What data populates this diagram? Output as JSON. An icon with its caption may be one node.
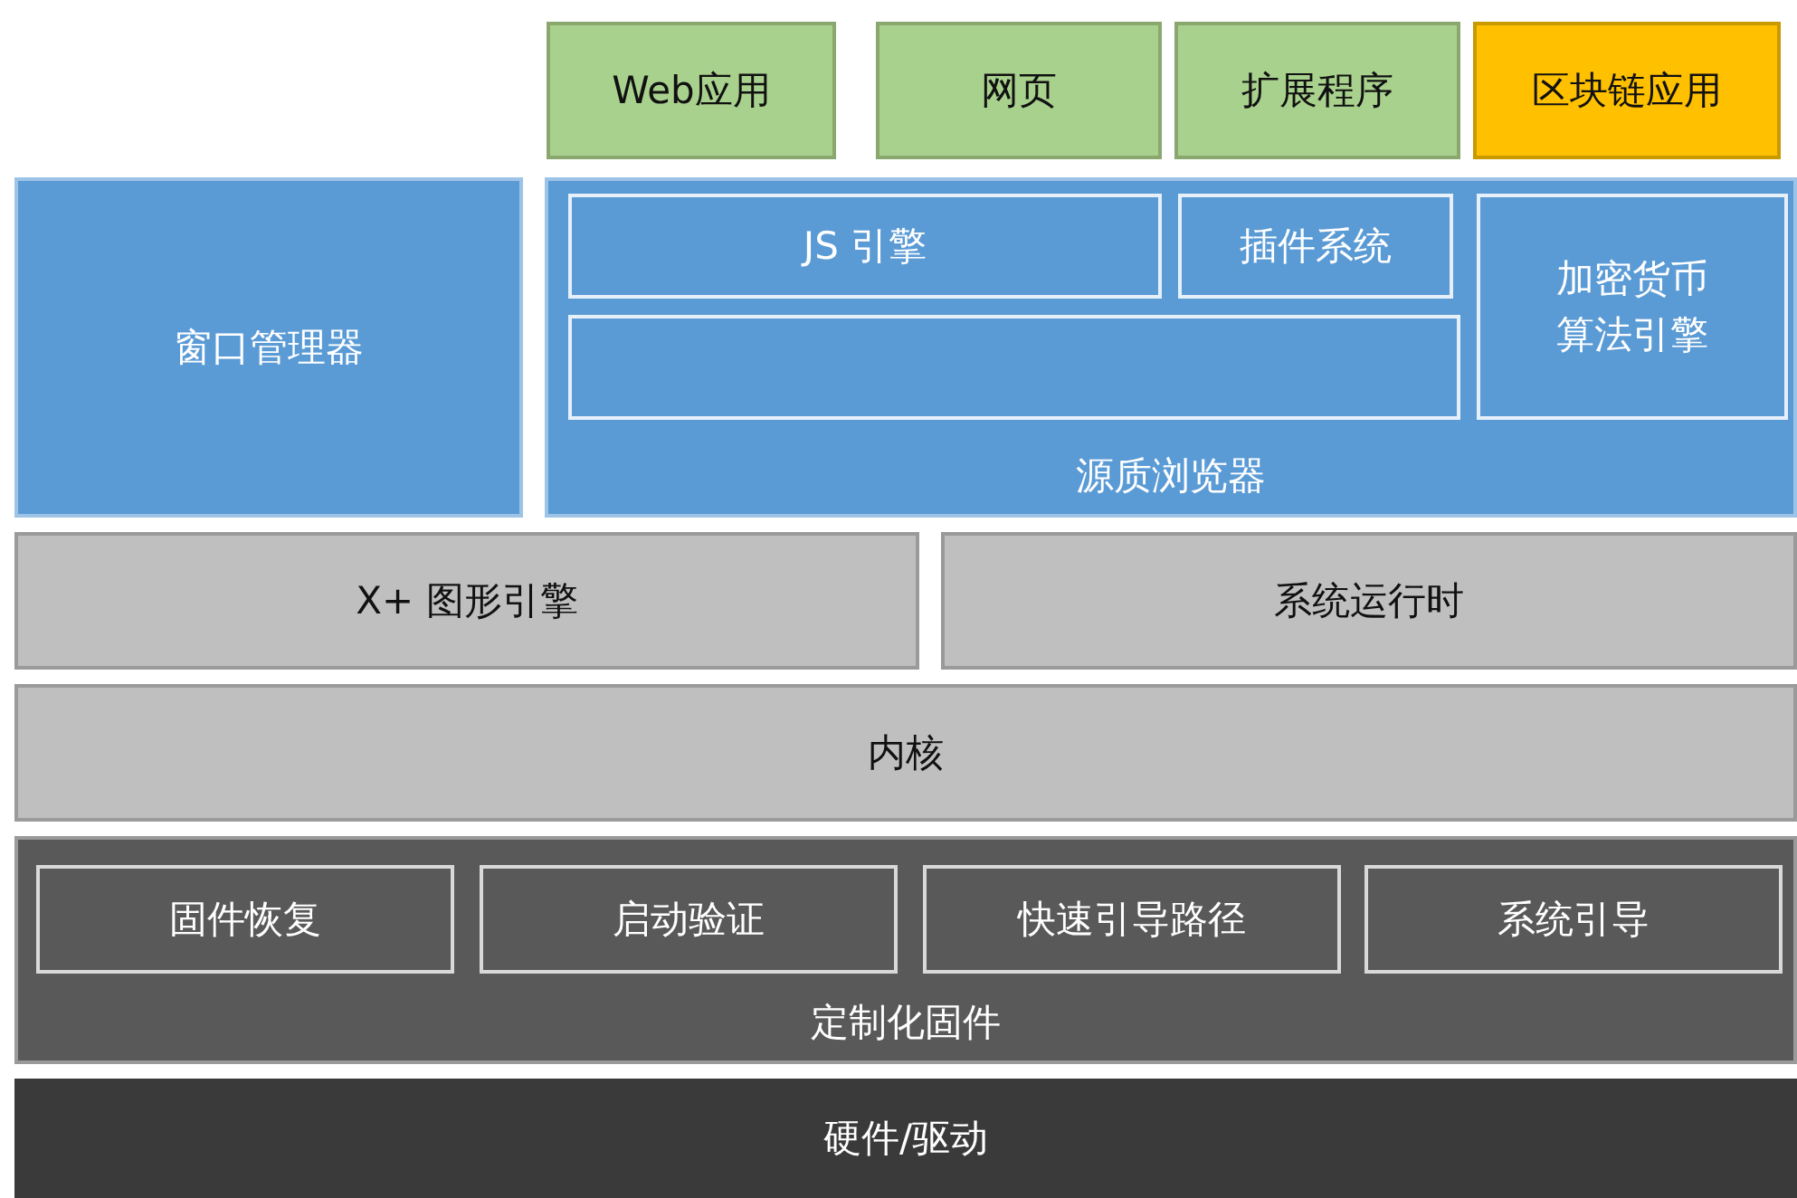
{
  "diagram": {
    "nodes": [
      {
        "text": [
          "Web应用"
        ]
      },
      {
        "text": [
          "网页"
        ]
      },
      {
        "text": [
          "扩展程序"
        ]
      },
      {
        "text": [
          "区块链应用"
        ]
      },
      {
        "text": [
          "窗口管理器"
        ]
      },
      {
        "text": [
          "源质浏览器"
        ]
      },
      {
        "text": [
          "JS 引擎"
        ],
        "in": 5
      },
      {
        "text": [
          "插件系统"
        ],
        "in": 5
      },
      {
        "text": [
          "加密货币算法引擎"
        ],
        "in": 5
      },
      {
        "text": [],
        "shape": "box",
        "in": 5
      },
      {
        "text": [
          "X+ 图形引擎"
        ]
      },
      {
        "text": [
          "系统运行时"
        ]
      },
      {
        "text": [
          "内核"
        ]
      },
      {
        "text": [
          "定制化固件"
        ]
      },
      {
        "text": [
          "固件恢复"
        ],
        "in": 13
      },
      {
        "text": [
          "启动验证"
        ],
        "in": 13
      },
      {
        "text": [
          "快速引导路径"
        ],
        "in": 13
      },
      {
        "text": [
          "系统引导"
        ],
        "in": 13
      },
      {
        "text": [
          "硬件/驱动"
        ]
      }
    ]
  }
}
